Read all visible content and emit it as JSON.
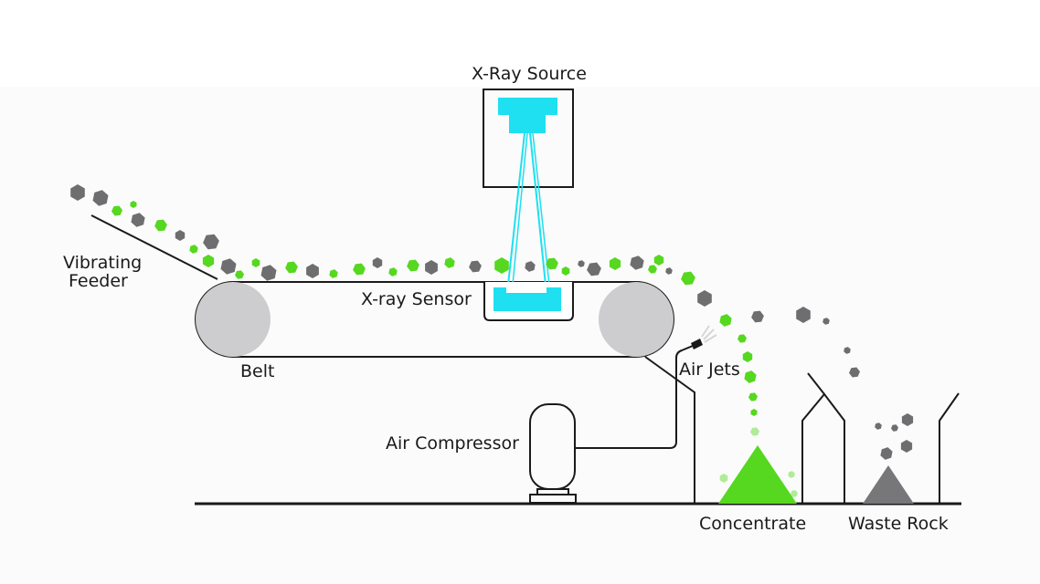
{
  "labels": {
    "xray_source": "X-Ray Source",
    "vibrating_feeder_line1": "Vibrating",
    "vibrating_feeder_line2": "Feeder",
    "xray_sensor": "X-ray Sensor",
    "belt": "Belt",
    "air_jets": "Air Jets",
    "air_compressor": "Air Compressor",
    "concentrate": "Concentrate",
    "waste_rock": "Waste Rock"
  },
  "colors": {
    "ore_green": "#55d81f",
    "waste_gray": "#6e6e70",
    "xray_cyan": "#1ee0f0",
    "pulley_gray": "#cdcdcf",
    "line": "#1a1a1a",
    "waste_pile": "#77777a"
  }
}
